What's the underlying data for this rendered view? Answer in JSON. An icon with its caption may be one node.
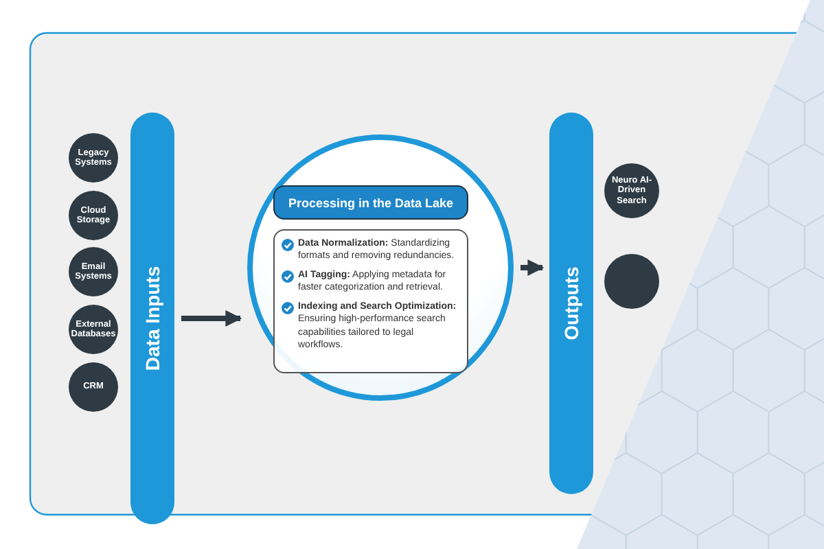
{
  "diagram": {
    "nodes": [
      {
        "text": [
          "Legacy Systems"
        ]
      },
      {
        "text": [
          "Cloud Storage"
        ]
      },
      {
        "text": [
          "Email Systems"
        ]
      },
      {
        "text": [
          "External Databases"
        ]
      },
      {
        "text": [
          "CRM"
        ]
      },
      {
        "text": [
          "Data Inputs"
        ]
      },
      {
        "text": [],
        "shape": "circle"
      },
      {
        "text": [
          "Processing in the Data Lake"
        ],
        "in": 6
      },
      {
        "text": [
          "**Data Normalization:** Standardizing formats and removing redundancies.",
          "**AI Tagging:** Applying metadata for faster categorization and retrieval.",
          "**Indexing and Search Optimization:** Ensuring high-performance search capabilities tailored to legal workflows."
        ],
        "in": 6
      },
      {
        "text": [
          "Outputs"
        ]
      },
      {
        "text": [
          "Neuro AI-Driven Search"
        ]
      },
      {
        "text": [],
        "shape": "circle"
      }
    ],
    "edges": [
      {
        "from": 5,
        "to": 6,
        "arrow": "to"
      },
      {
        "from": 6,
        "to": 9,
        "arrow": "to"
      }
    ]
  }
}
